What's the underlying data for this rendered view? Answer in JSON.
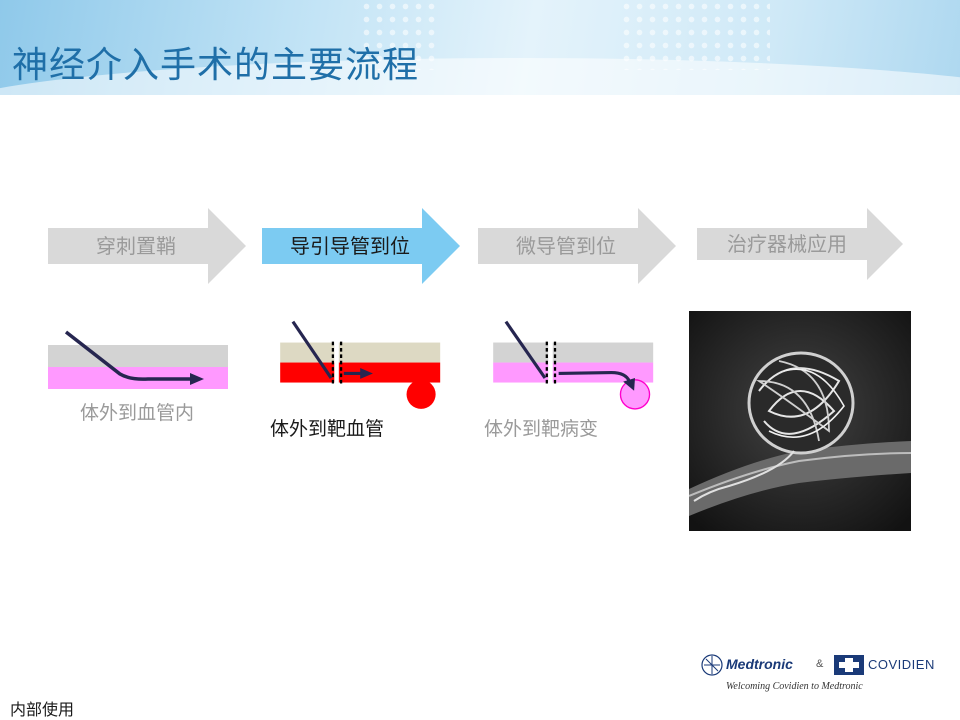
{
  "slide": {
    "title": "神经介入手术的主要流程",
    "footer_note": "内部使用"
  },
  "steps": [
    {
      "label": "穿刺置鞘",
      "active": false
    },
    {
      "label": "导引导管到位",
      "active": true
    },
    {
      "label": "微导管到位",
      "active": false
    },
    {
      "label": "治疗器械应用",
      "active": false
    }
  ],
  "captions": [
    {
      "text": "体外到血管内",
      "emphasis": false
    },
    {
      "text": "体外到靶血管",
      "emphasis": true
    },
    {
      "text": "体外到靶病变",
      "emphasis": false
    }
  ],
  "colors": {
    "title": "#1f6fa8",
    "arrow_inactive": "#d9d9d9",
    "arrow_active": "#7ccbf2",
    "tissue_grey": "#d3d3d3",
    "tissue_beige": "#ddd9c3",
    "vessel_pink": "#ff99ff",
    "vessel_red": "#ff0000",
    "wire": "#262650"
  },
  "logos": {
    "medtronic": "Medtronic",
    "ampersand": "&",
    "covidien": "COVIDIEN",
    "tagline": "Welcoming Covidien to Medtronic"
  },
  "photo": {
    "icon": "coil-embolization-image"
  }
}
